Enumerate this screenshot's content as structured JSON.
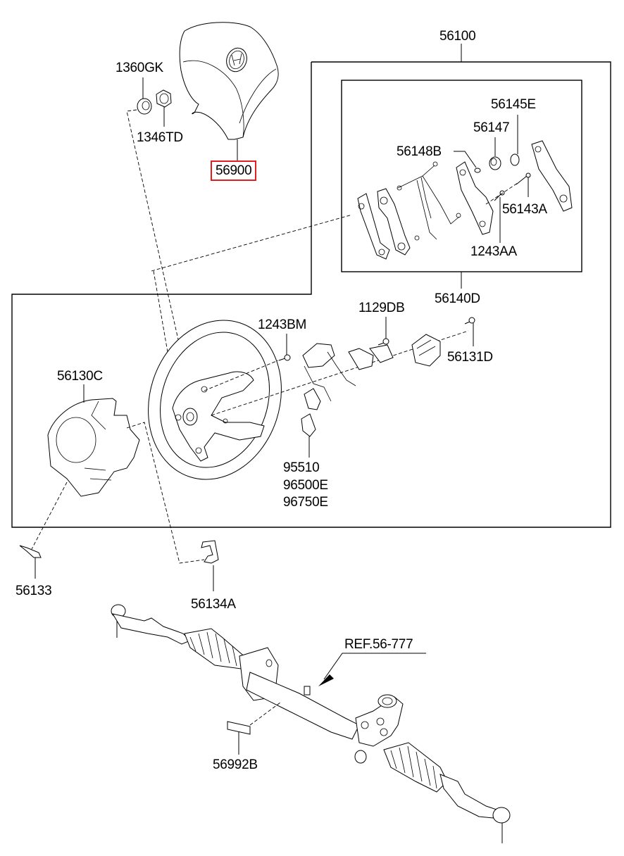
{
  "diagram": {
    "title": "Steering wheel & steering gear parts diagram",
    "highlight_color": "#e02020",
    "labels": {
      "p56100": "56100",
      "p1360GK": "1360GK",
      "p1346TD": "1346TD",
      "p56900": "56900",
      "p56145E": "56145E",
      "p56147": "56147",
      "p56148B": "56148B",
      "p56143A": "56143A",
      "p1243AA": "1243AA",
      "p56140D": "56140D",
      "p1129DB": "1129DB",
      "p1243BM": "1243BM",
      "p56131D": "56131D",
      "p56130C": "56130C",
      "p95510": "95510",
      "p96500E": "96500E",
      "p96750E": "96750E",
      "p56133": "56133",
      "p56134A": "56134A",
      "ref": "REF.56-777",
      "p56992B": "56992B"
    },
    "highlighted_part": "56900",
    "groups": [
      {
        "name": "steering-wheel-assembly",
        "part": "56100"
      },
      {
        "name": "remote-control-switch-assembly",
        "part": "56140D"
      }
    ],
    "logo": "hyundai-emblem"
  }
}
